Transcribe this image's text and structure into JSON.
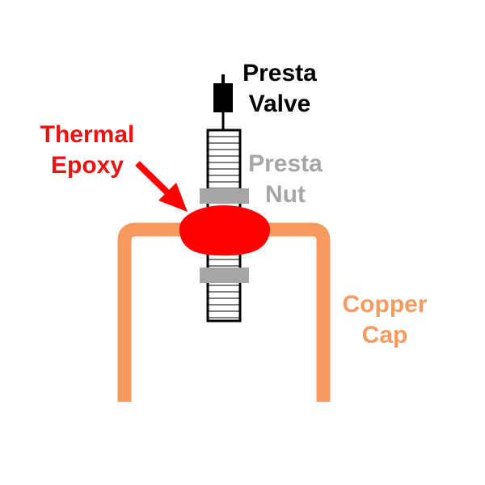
{
  "labels": {
    "presta_valve": [
      "Presta",
      "Valve"
    ],
    "presta_nut": [
      "Presta",
      "Nut"
    ],
    "thermal_epoxy": [
      "Thermal",
      "Epoxy"
    ],
    "copper_cap": [
      "Copper",
      "Cap"
    ]
  },
  "colors": {
    "valve_label": "#000000",
    "nut_label": "#a6a6a6",
    "epoxy_label": "#ee1111",
    "copper_label": "#f79a5e",
    "copper_cap": "#f79a5e",
    "epoxy": "#ff0000",
    "arrow": "#ff0000",
    "nut": "#a6a6a6",
    "valve_stem": "#ffffff",
    "valve_cap": "#000000"
  }
}
